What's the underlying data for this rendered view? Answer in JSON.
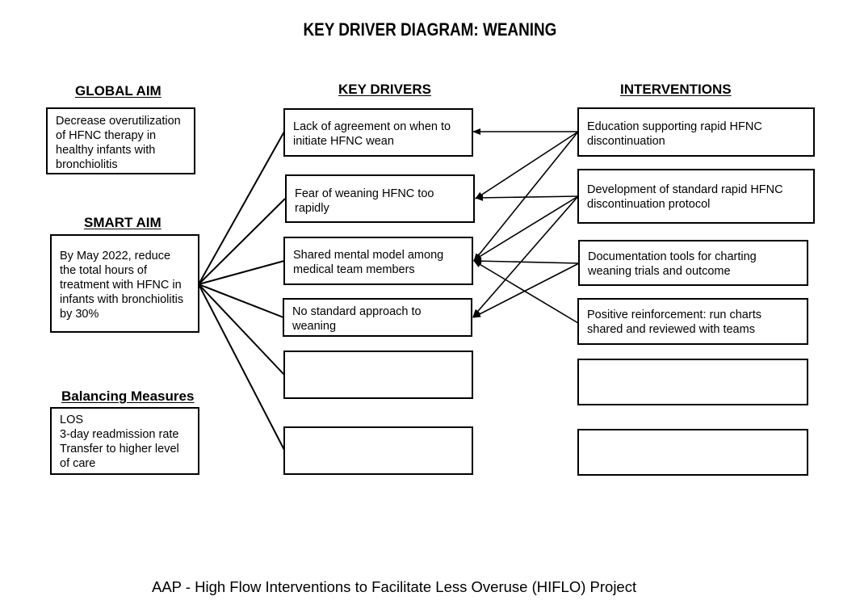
{
  "title": "KEY DRIVER DIAGRAM: WEANING",
  "headings": {
    "global_aim": "GLOBAL AIM",
    "smart_aim": "SMART AIM",
    "balancing": "Balancing Measures",
    "key_drivers": "KEY DRIVERS",
    "interventions": "INTERVENTIONS"
  },
  "global_aim": {
    "lines": [
      "Decrease overutilization",
      "of HFNC therapy in",
      "healthy infants with",
      "bronchiolitis"
    ]
  },
  "smart_aim": {
    "lines": [
      "By May 2022, reduce",
      "the total hours of",
      "treatment with HFNC in",
      "infants with bronchiolitis",
      "by 30%"
    ]
  },
  "balancing_measures": {
    "lines": [
      "LOS",
      "3-day readmission rate",
      "Transfer to higher level",
      "of care"
    ]
  },
  "key_drivers": [
    {
      "lines": [
        "Lack of agreement on when to",
        "initiate HFNC wean"
      ]
    },
    {
      "lines": [
        "Fear of weaning HFNC too",
        "rapidly"
      ]
    },
    {
      "lines": [
        "Shared mental model among",
        "medical team members"
      ]
    },
    {
      "lines": [
        "No standard approach to",
        "weaning"
      ]
    },
    {
      "lines": []
    },
    {
      "lines": []
    }
  ],
  "interventions": [
    {
      "lines": [
        "Education supporting rapid HFNC",
        "discontinuation"
      ]
    },
    {
      "lines": [
        "Development of standard rapid HFNC",
        "discontinuation protocol"
      ]
    },
    {
      "lines": [
        "Documentation tools for charting",
        "weaning trials and outcome"
      ]
    },
    {
      "lines": [
        "Positive reinforcement: run charts",
        "shared and reviewed with teams"
      ]
    },
    {
      "lines": []
    },
    {
      "lines": []
    }
  ],
  "footer": "AAP - High Flow Interventions to Facilitate Less Overuse (HIFLO) Project"
}
